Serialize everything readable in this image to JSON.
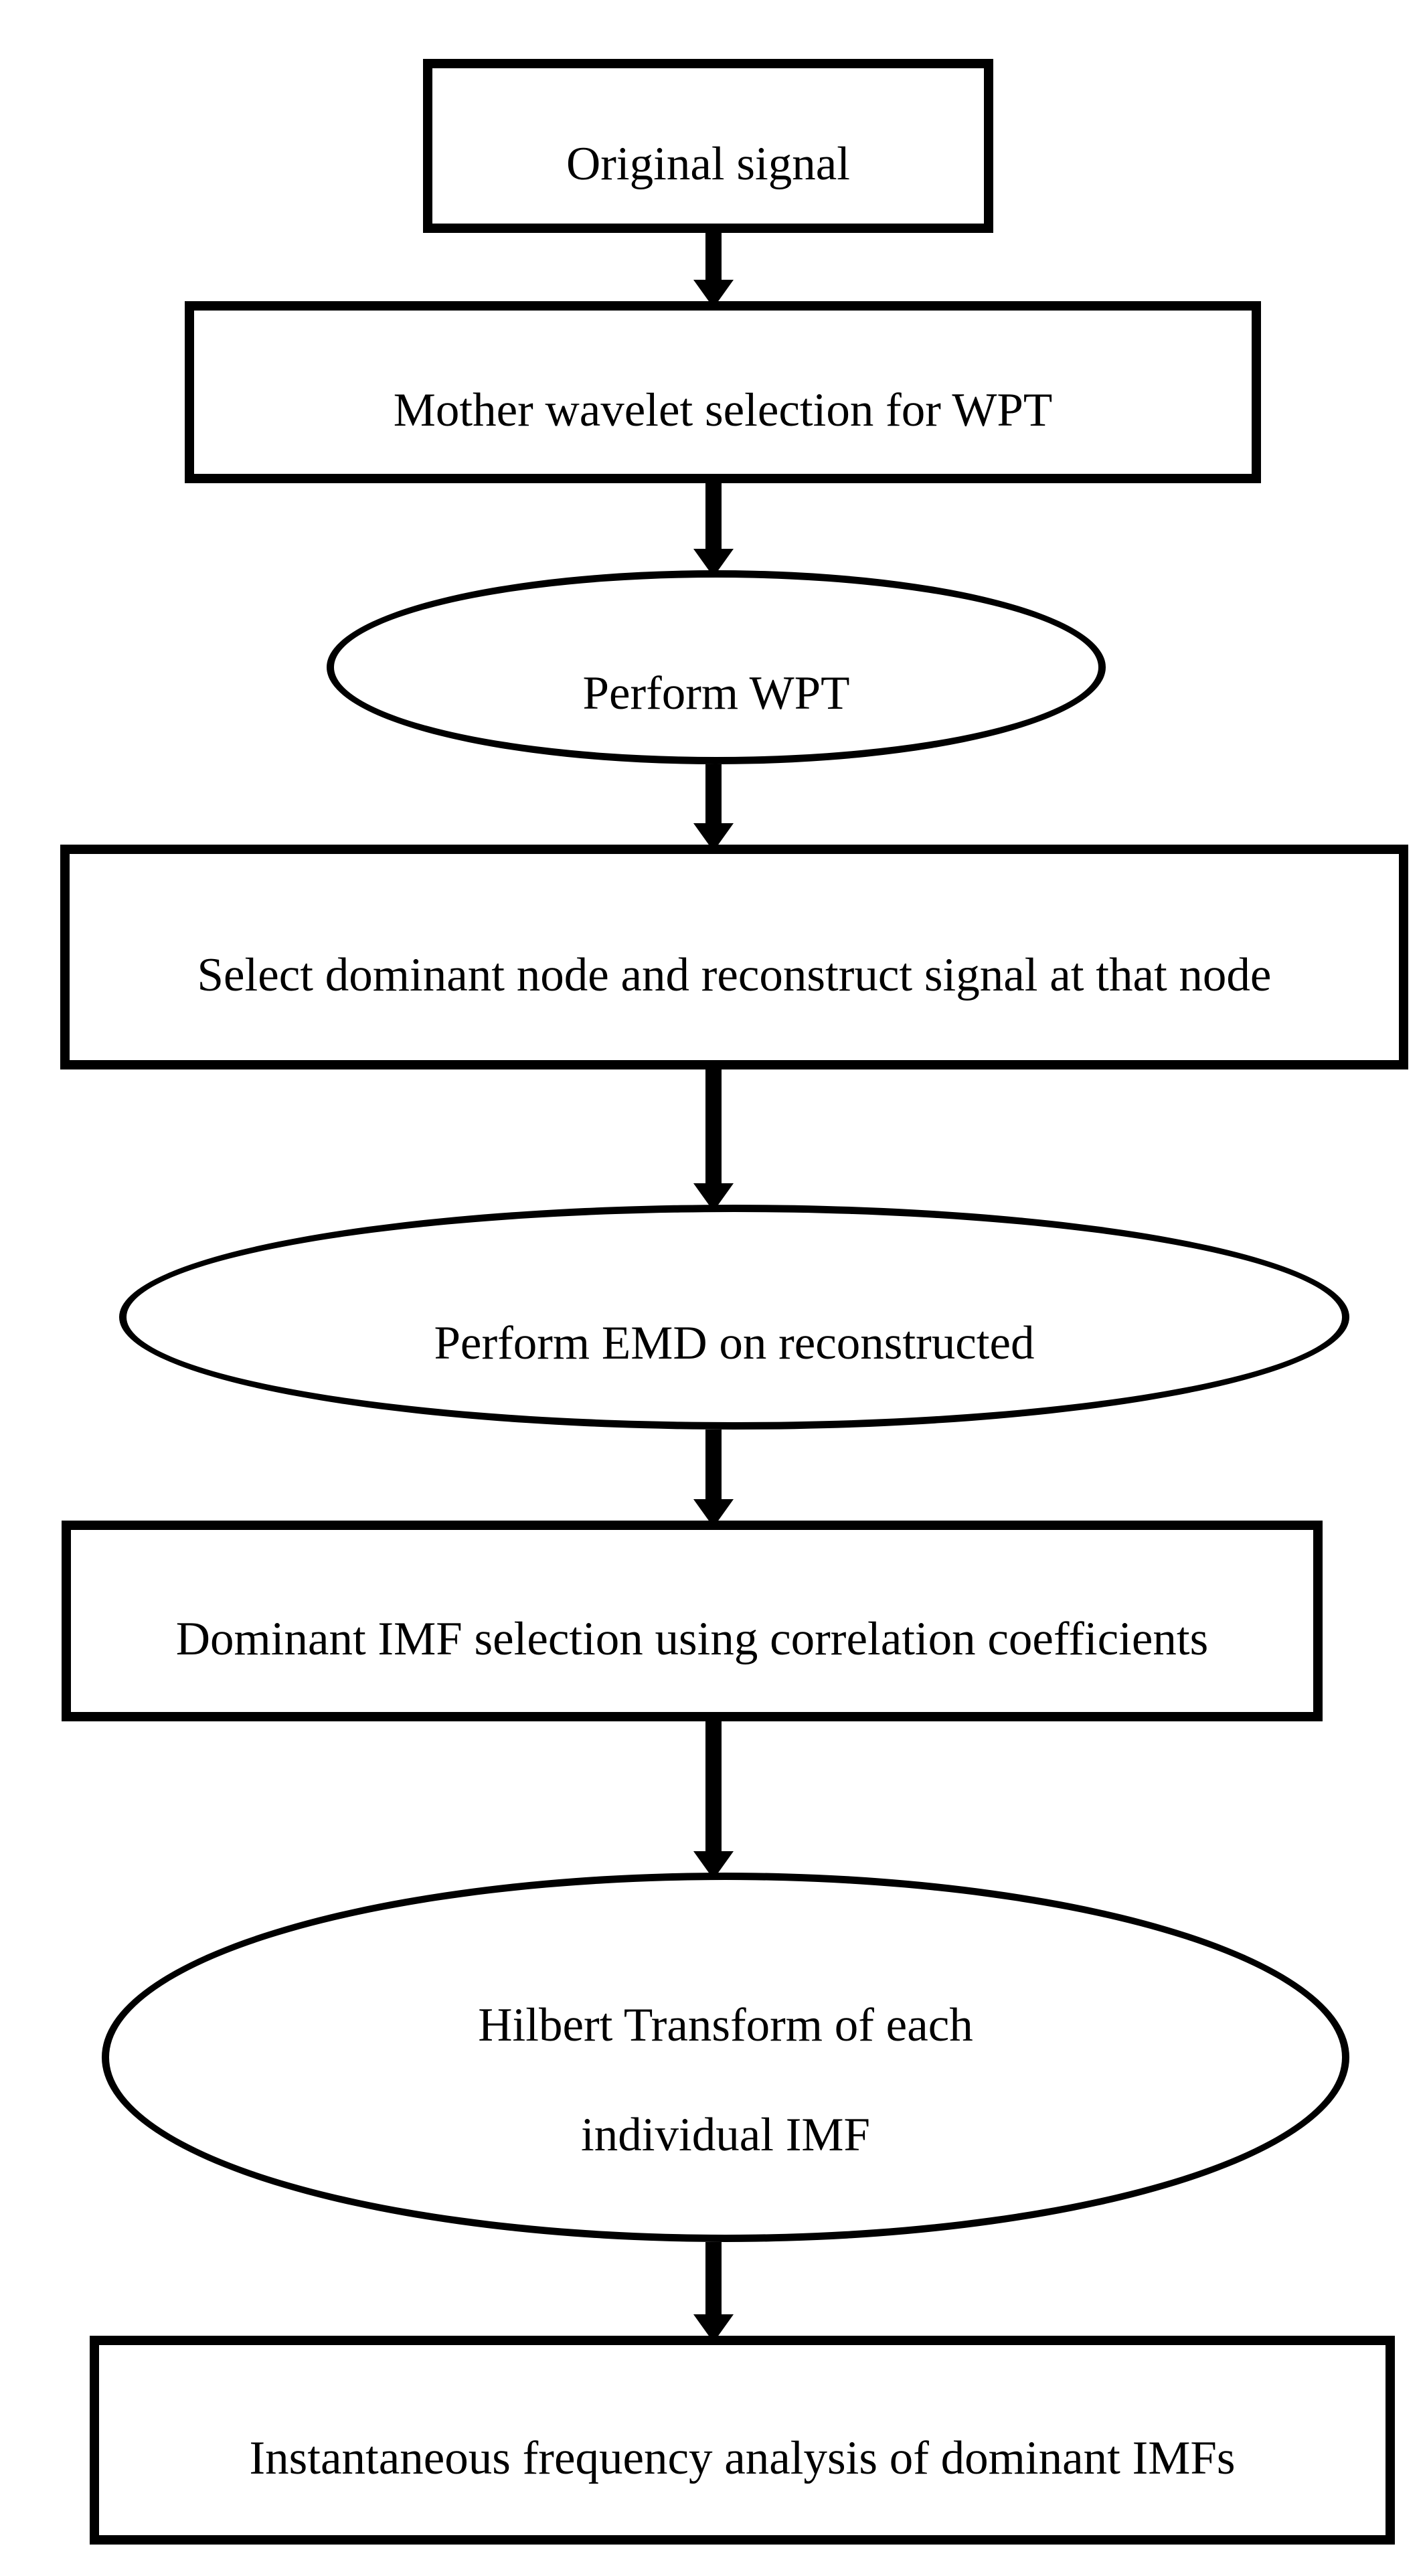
{
  "diagram": {
    "type": "flowchart",
    "direction": "top-down",
    "colors": {
      "stroke": "#000000",
      "fill": "#ffffff",
      "text": "#000000"
    },
    "nodes": [
      {
        "id": "original-signal",
        "shape": "rectangle",
        "label": "Original signal"
      },
      {
        "id": "mother-wavelet-selection",
        "shape": "rectangle",
        "label": "Mother wavelet selection for WPT"
      },
      {
        "id": "perform-wpt",
        "shape": "ellipse",
        "label": "Perform WPT"
      },
      {
        "id": "select-dominant-node",
        "shape": "rectangle",
        "label": "Select dominant node and reconstruct signal at that node"
      },
      {
        "id": "perform-emd",
        "shape": "ellipse",
        "label": "Perform EMD on reconstructed"
      },
      {
        "id": "dominant-imf-selection",
        "shape": "rectangle",
        "label": "Dominant IMF selection using correlation coefficients"
      },
      {
        "id": "hilbert-transform",
        "shape": "ellipse",
        "label": "Hilbert Transform of each individual IMF",
        "lines": [
          "Hilbert Transform of each",
          "individual IMF"
        ]
      },
      {
        "id": "instantaneous-frequency-analysis",
        "shape": "rectangle",
        "label": "Instantaneous frequency analysis of dominant IMFs"
      }
    ],
    "edges": [
      {
        "from": "original-signal",
        "to": "mother-wavelet-selection",
        "style": "thick-arrow-down"
      },
      {
        "from": "mother-wavelet-selection",
        "to": "perform-wpt",
        "style": "thick-arrow-down"
      },
      {
        "from": "perform-wpt",
        "to": "select-dominant-node",
        "style": "thick-arrow-down"
      },
      {
        "from": "select-dominant-node",
        "to": "perform-emd",
        "style": "thick-arrow-down"
      },
      {
        "from": "perform-emd",
        "to": "dominant-imf-selection",
        "style": "thick-arrow-down"
      },
      {
        "from": "dominant-imf-selection",
        "to": "hilbert-transform",
        "style": "thick-arrow-down"
      },
      {
        "from": "hilbert-transform",
        "to": "instantaneous-frequency-analysis",
        "style": "thick-arrow-down"
      }
    ]
  }
}
